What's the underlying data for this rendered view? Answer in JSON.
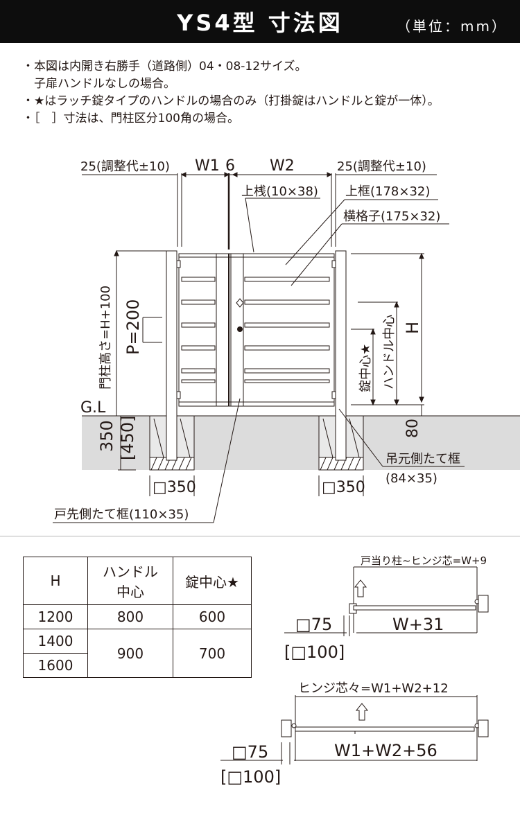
{
  "header": {
    "title": "YS4型 寸法図",
    "unit": "（単位：mm）"
  },
  "notes": [
    "・本図は内開き右勝手（道路側）04・08-12サイズ。",
    "　子扉ハンドルなしの場合。",
    "・★はラッチ錠タイプのハンドルの場合のみ（打掛錠はハンドルと錠が一体）。",
    "・［　］寸法は、門柱区分100角の場合。"
  ],
  "diagram": {
    "adj_left": "25(調整代±10)",
    "adj_right": "25(調整代±10)",
    "w1": "W1",
    "gap": "6",
    "w2": "W2",
    "top_rail": "上桟(10×38)",
    "top_frame": "上框(178×32)",
    "horizontal_lattice": "横格子(175×32)",
    "post_height": "門柱高さ=H+100",
    "pitch": "P=200",
    "gl": "G.L",
    "embed_depth": "350",
    "embed_depth_alt": "[450]",
    "height": "H",
    "handle_center": "ハンドル中心",
    "lock_center": "錠中心★",
    "clearance": "80",
    "foundation_left": "□350",
    "foundation_right": "□350",
    "hinge_stile": "吊元側たて框",
    "hinge_stile_size": "(84×35)",
    "door_stile": "戸先側たて框(110×35)"
  },
  "table": {
    "headers": [
      "H",
      "ハンドル中心",
      "錠中心★"
    ],
    "rows": [
      [
        "1200",
        "800",
        "600"
      ],
      [
        "1400",
        "900",
        "700"
      ],
      [
        "1600",
        "",
        ""
      ]
    ]
  },
  "plan_single": {
    "label": "戸当り柱~ヒンジ芯=W+9",
    "post": "□75",
    "post_alt": "[□100]",
    "width": "W+31"
  },
  "plan_double": {
    "label": "ヒンジ芯々=W1+W2+12",
    "post": "□75",
    "post_alt": "[□100]",
    "width": "W1+W2+56"
  },
  "colors": {
    "header_bg": "#0d0d0d",
    "ink": "#231815",
    "ground": "#dcdcdc",
    "rule": "#b5b5b5"
  }
}
